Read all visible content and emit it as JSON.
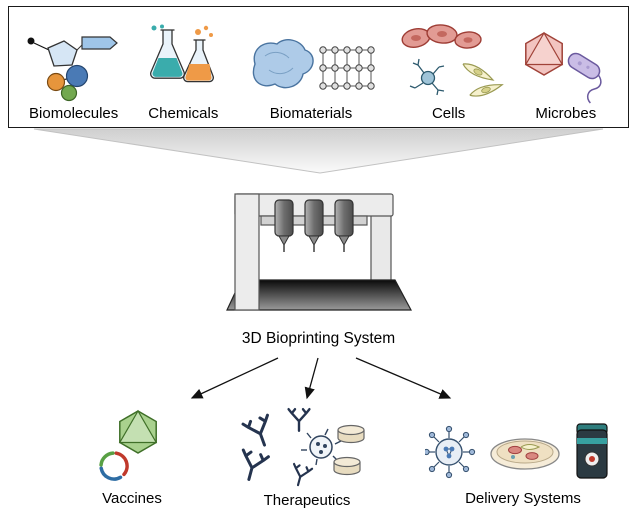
{
  "inputs": {
    "items": [
      {
        "id": "biomolecules",
        "label": "Biomolecules",
        "icon": "biomolecules-icon"
      },
      {
        "id": "chemicals",
        "label": "Chemicals",
        "icon": "chemicals-icon"
      },
      {
        "id": "biomaterials",
        "label": "Biomaterials",
        "icon": "biomaterials-icon"
      },
      {
        "id": "cells",
        "label": "Cells",
        "icon": "cells-icon"
      },
      {
        "id": "microbes",
        "label": "Microbes",
        "icon": "microbes-icon"
      }
    ]
  },
  "printer": {
    "label": "3D Bioprinting System",
    "icon": "bioprinter-icon"
  },
  "outputs": {
    "items": [
      {
        "id": "vaccines",
        "label": "Vaccines",
        "icon": "vaccines-icon"
      },
      {
        "id": "therapeutics",
        "label": "Therapeutics",
        "icon": "therapeutics-icon"
      },
      {
        "id": "delivery-systems",
        "label": "Delivery Systems",
        "icon": "delivery-systems-icon"
      }
    ]
  }
}
